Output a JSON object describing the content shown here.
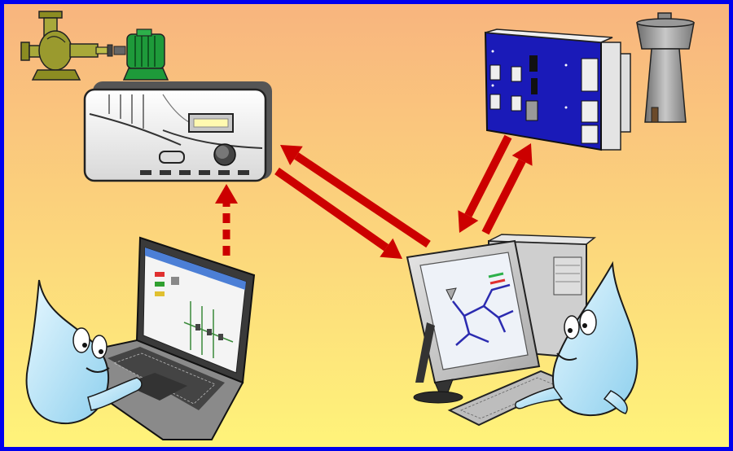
{
  "diagram": {
    "background": {
      "top_color": "#F8B47E",
      "bottom_color": "#FFF47A",
      "border_color": "#0000EE"
    },
    "colors": {
      "arrow": "#CC0000",
      "pump": "#8C8C22",
      "motor": "#1E9A3A",
      "plc_panel": "#1A1AB8",
      "drop_fill": "#B8E6F8",
      "drop_outline": "#1A1A1A",
      "screen_pipes": "#2B2BB0"
    },
    "devices": [
      {
        "id": "pump-with-motor",
        "icon": "pump-motor-icon"
      },
      {
        "id": "frequency-converter",
        "icon": "controller-box-icon"
      },
      {
        "id": "plc-rack",
        "icon": "plc-icon"
      },
      {
        "id": "water-tower",
        "icon": "water-tower-icon"
      },
      {
        "id": "laptop",
        "icon": "laptop-icon"
      },
      {
        "id": "desktop-workstation",
        "icon": "desktop-computer-icon"
      },
      {
        "id": "water-drop-left",
        "icon": "water-drop-mascot-icon"
      },
      {
        "id": "water-drop-right",
        "icon": "water-drop-mascot-icon"
      }
    ],
    "connections": [
      {
        "from": "desktop-workstation",
        "to": "frequency-converter",
        "style": "solid"
      },
      {
        "from": "frequency-converter",
        "to": "desktop-workstation",
        "style": "solid"
      },
      {
        "from": "plc-rack",
        "to": "desktop-workstation",
        "style": "solid"
      },
      {
        "from": "desktop-workstation",
        "to": "plc-rack",
        "style": "solid"
      },
      {
        "from": "laptop",
        "to": "frequency-converter",
        "style": "dashed"
      }
    ]
  }
}
